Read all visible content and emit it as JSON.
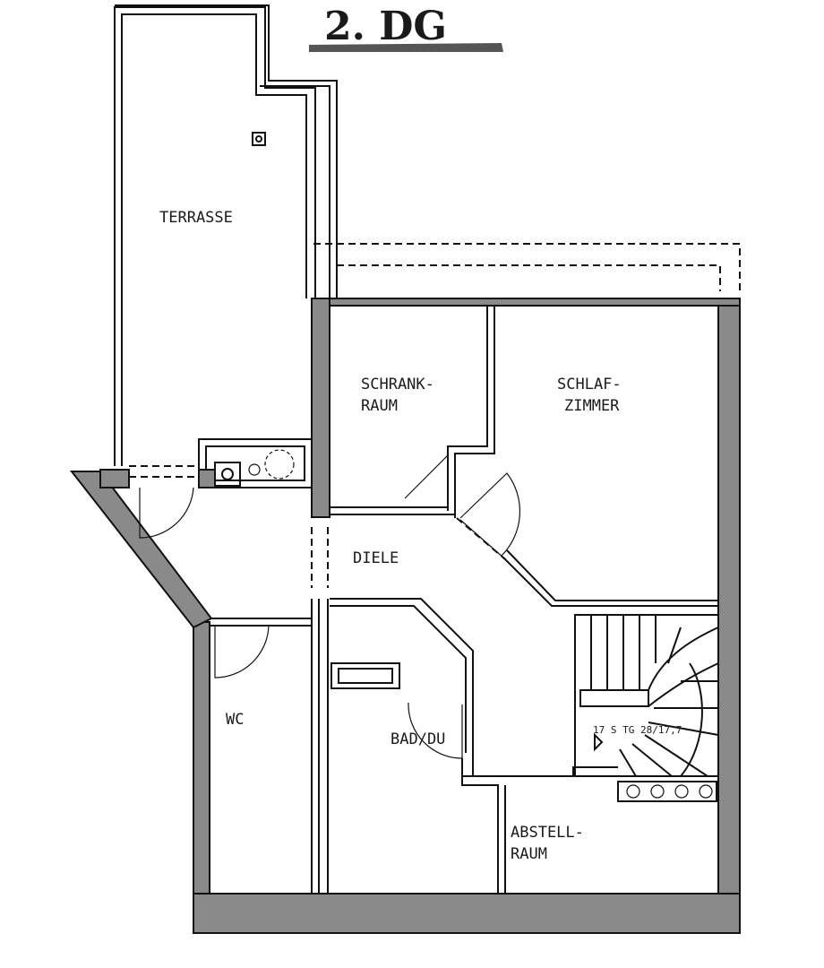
{
  "plan": {
    "title": "2. DG",
    "rooms": {
      "terrasse": "TERRASSE",
      "schrankraum": [
        "SCHRANK-",
        "RAUM"
      ],
      "schlafzimmer": [
        "SCHLAF-",
        "ZIMMER"
      ],
      "diele": "DIELE",
      "wc": "WC",
      "bad": "BAD/DU",
      "abstellraum": [
        "ABSTELL-",
        "RAUM"
      ]
    },
    "stair_note": "17 S TG 28/17,7"
  }
}
